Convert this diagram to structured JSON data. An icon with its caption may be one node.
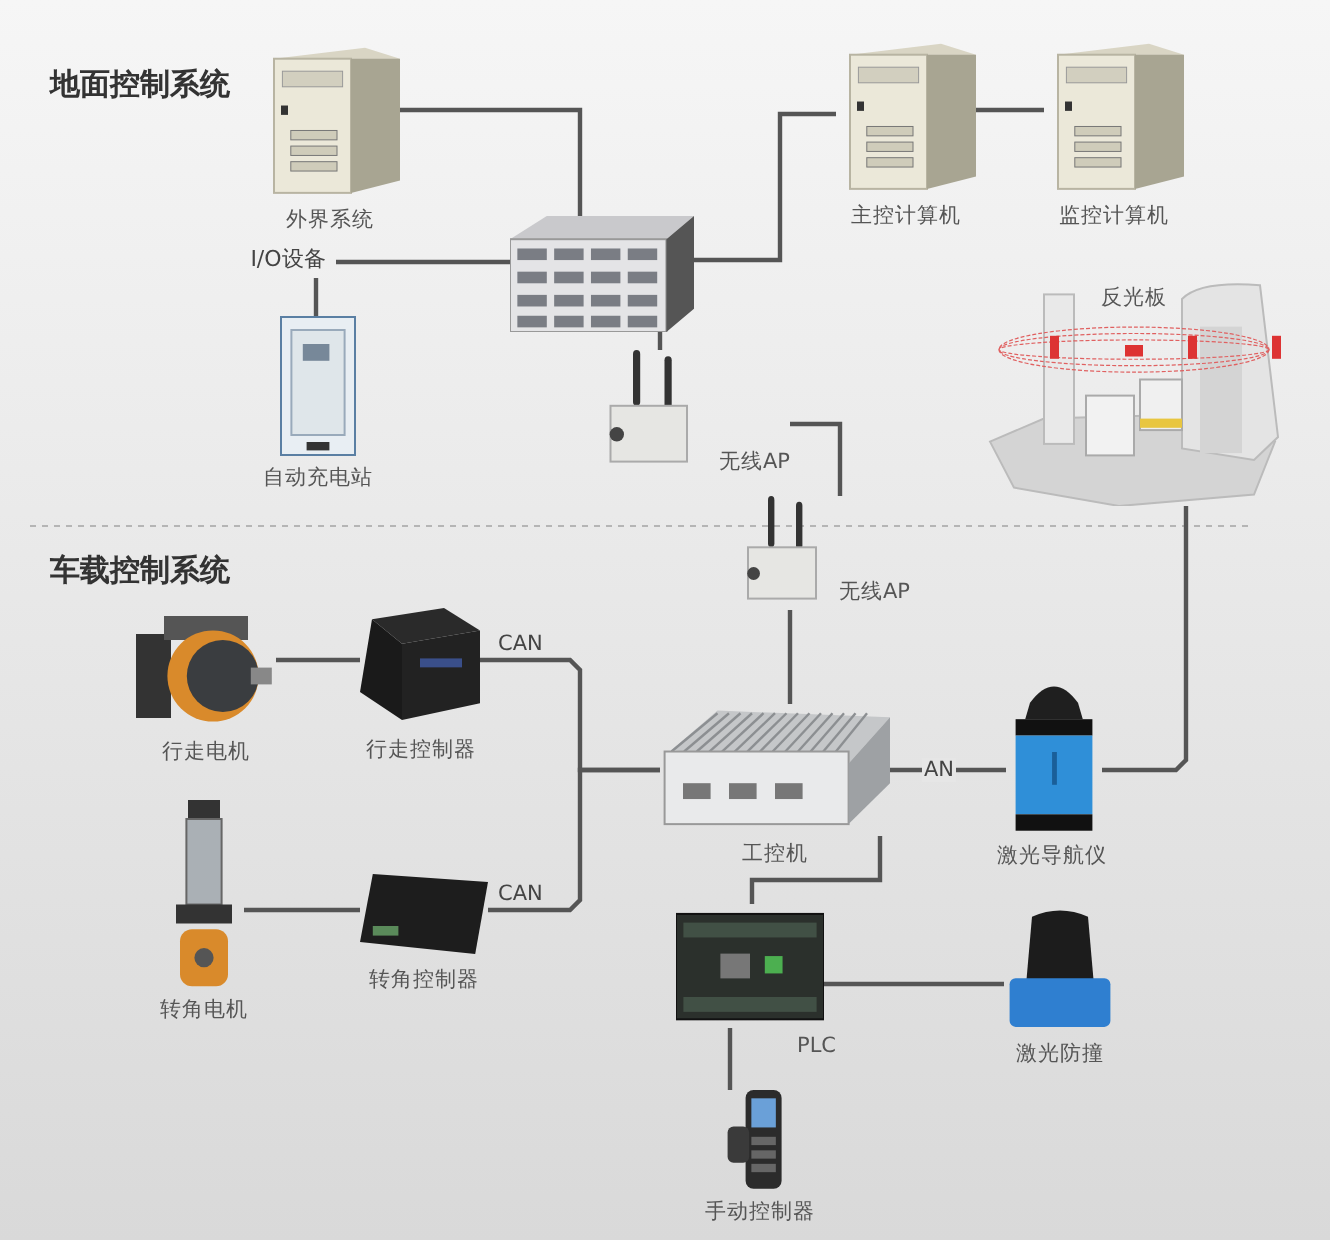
{
  "diagram": {
    "nodes": [
      {
        "text": [
          "外界系统"
        ]
      },
      {
        "text": [],
        "shape": "picture"
      },
      {
        "text": [
          "I/O设备"
        ]
      },
      {
        "text": [
          "自动充电站"
        ]
      },
      {
        "text": [
          "主控计算机"
        ]
      },
      {
        "text": [
          "监控计算机"
        ]
      },
      {
        "text": [
          "反光板"
        ]
      },
      {
        "text": [
          "无线AP"
        ]
      },
      {
        "text": [
          "无线AP"
        ]
      },
      {
        "text": [
          "行走电机"
        ]
      },
      {
        "text": [
          "行走控制器"
        ]
      },
      {
        "text": [
          "转角电机"
        ]
      },
      {
        "text": [
          "转角控制器"
        ]
      },
      {
        "text": [
          "工控机"
        ]
      },
      {
        "text": [
          "激光导航仪"
        ]
      },
      {
        "text": [
          "PLC"
        ]
      },
      {
        "text": [
          "激光防撞"
        ]
      },
      {
        "text": [
          "手动控制器"
        ]
      }
    ],
    "edges": [
      {
        "from": 0,
        "to": 1,
        "arrow": "none"
      },
      {
        "from": 2,
        "to": 1,
        "arrow": "none"
      },
      {
        "from": 3,
        "to": 2,
        "arrow": "none"
      },
      {
        "from": 1,
        "to": 4,
        "arrow": "none"
      },
      {
        "from": 4,
        "to": 5,
        "arrow": "none"
      },
      {
        "from": 1,
        "to": 7,
        "arrow": "none"
      },
      {
        "from": 7,
        "to": 8,
        "arrow": "none"
      },
      {
        "from": 8,
        "to": 13,
        "arrow": "none"
      },
      {
        "from": 9,
        "to": 10,
        "arrow": "none"
      },
      {
        "from": 11,
        "to": 12,
        "arrow": "none"
      },
      {
        "from": 10,
        "to": 13,
        "arrow": "none",
        "label": "CAN"
      },
      {
        "from": 12,
        "to": 13,
        "arrow": "none",
        "label": "CAN"
      },
      {
        "from": 13,
        "to": 14,
        "arrow": "none",
        "label": "AN"
      },
      {
        "from": 14,
        "to": 6,
        "arrow": "none"
      },
      {
        "from": 13,
        "to": 15,
        "arrow": "none"
      },
      {
        "from": 15,
        "to": 16,
        "arrow": "none"
      },
      {
        "from": 15,
        "to": 17,
        "arrow": "none"
      }
    ],
    "labels": [
      "地面控制系统",
      "车载控制系统"
    ]
  }
}
